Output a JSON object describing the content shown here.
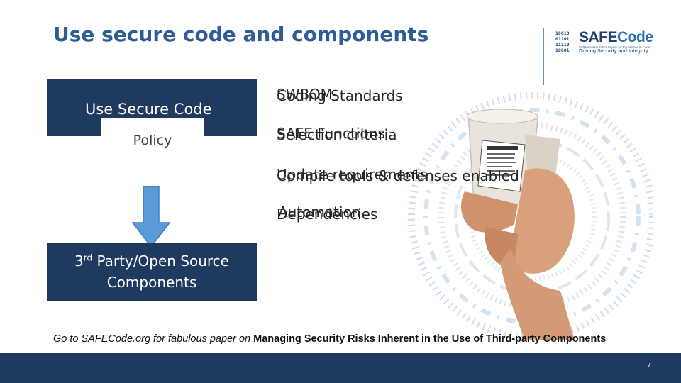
{
  "slide": {
    "title": "Use secure code and components",
    "page_number": "7"
  },
  "logo": {
    "bits": [
      "10010",
      "01101",
      "11110",
      "10001"
    ],
    "word_safe": "SAFE",
    "word_code": "Code",
    "tagline": "Software Assurance Forum for Excellence in Code",
    "slogan": "Driving Security and Integrity"
  },
  "diagram": {
    "top_box_label": "Use Secure Code",
    "policy_label": "Policy",
    "bottom_box_line1_prefix": "3",
    "bottom_box_line1_sup": "rd",
    "bottom_box_line1_suffix": " Party/Open Source",
    "bottom_box_line2": "Components"
  },
  "bullets_overlap": [
    {
      "a": "Coding Standards",
      "b": "SWBOM"
    },
    {
      "a": "Selection criteria",
      "b": "SAFE Functions"
    },
    {
      "a": "Update requirements",
      "b": "Compile tools & defenses enabled"
    },
    {
      "a": "Dependencies",
      "b": "Automation"
    }
  ],
  "footnote": {
    "lead": "Go to SAFECode.org for fabulous paper on ",
    "strong": "Managing Security Risks Inherent in the Use of Third-party Components"
  },
  "colors": {
    "title": "#2e5d96",
    "box": "#1f3a5f",
    "arrow": "#5b9bd5",
    "footer": "#1f3a5f"
  }
}
